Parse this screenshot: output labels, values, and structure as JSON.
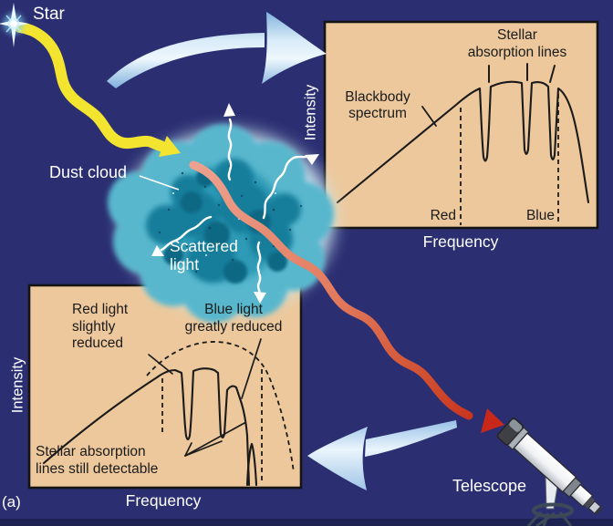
{
  "figure": {
    "caption_label": "(a)"
  },
  "colors": {
    "background": "#2b2f72",
    "panel": "#ecc89c",
    "panel_border": "#141414",
    "text_light": "#ffffff",
    "text_dark": "#1b1b1b",
    "starlight_yellow": "#f3e52f",
    "reddened_light_start": "#eda28f",
    "reddened_light_end": "#c62c18",
    "cloud_teal": "#2f9ab6",
    "blue_arrow": "#a8cdec"
  },
  "scene": {
    "star_label": "Star",
    "dust_cloud_label": "Dust cloud",
    "scattered_light_lines": [
      "Scattered",
      "light"
    ],
    "telescope_label": "Telescope"
  },
  "top_panel": {
    "y_axis_label": "Intensity",
    "x_axis_label": "Frequency",
    "curve_note_lines": [
      "Blackbody",
      "spectrum"
    ],
    "absorption_note_lines": [
      "Stellar",
      "absorption lines"
    ],
    "red_marker": "Red",
    "blue_marker": "Blue"
  },
  "bottom_panel": {
    "y_axis_label": "Intensity",
    "x_axis_label": "Frequency",
    "red_note_lines": [
      "Red light",
      "slightly",
      "reduced"
    ],
    "blue_note_lines": [
      "Blue light",
      "greatly reduced"
    ],
    "absorption_note_lines": [
      "Stellar absorption",
      "lines still detectable"
    ]
  }
}
